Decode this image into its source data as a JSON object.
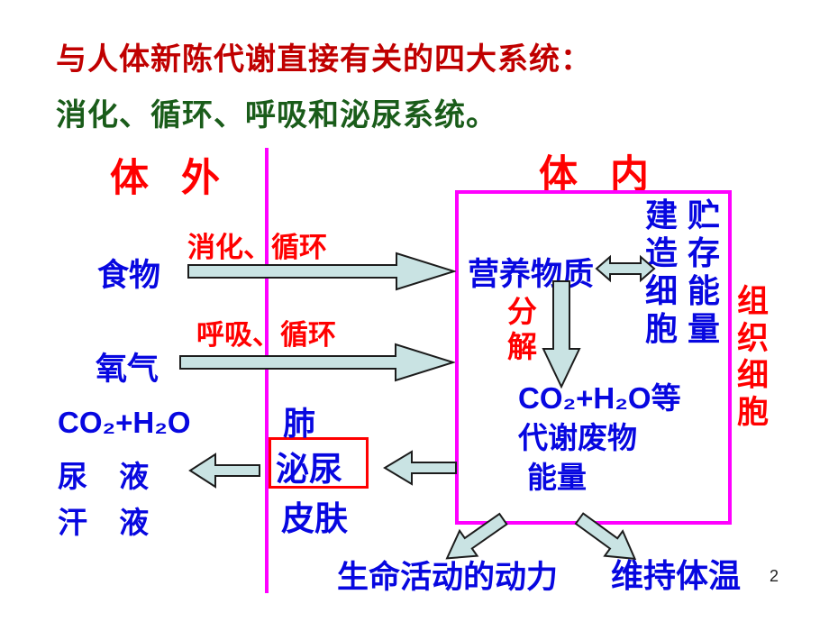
{
  "slide": {
    "page_number": "2"
  },
  "title": {
    "line1": "与人体新陈代谢直接有关的四大系统：",
    "line2": "消化、循环、呼吸和泌尿系统。"
  },
  "zones": {
    "outside_label": "体 外",
    "inside_label": "体 内"
  },
  "external": {
    "food_label": "食物",
    "oxygen_label": "氧气",
    "digestion_circulation_label": "消化、循环",
    "respiration_circulation_label": "呼吸、循环",
    "excreted_co2_h2o": "CO₂+H₂O",
    "excreted_urine": "尿 液",
    "excreted_sweat": "汗 液"
  },
  "excretion_organs": {
    "lung_label": "肺",
    "urinary_label": "泌尿",
    "skin_label": "皮肤"
  },
  "internal": {
    "nutrients_label": "营养物质",
    "build_cells_label": "建造细胞",
    "store_energy_label": "贮存能量",
    "decompose_label": "分解",
    "waste_line1": "CO₂+H₂O等",
    "waste_line2": "代谢废物",
    "waste_line3": "能量",
    "tissue_cells_label": "组织细胞"
  },
  "energy_outcomes": {
    "life_activity_label": "生命活动的动力",
    "body_temperature_label": "维持体温"
  },
  "icons": {
    "food_arrow": "right-arrow",
    "oxygen_arrow": "right-arrow",
    "exchange_arrow": "double-headed-arrow",
    "decompose_arrow": "down-arrow",
    "excrete_to_organs_arrow": "left-arrow",
    "excrete_to_outside_arrow": "left-arrow",
    "life_power_arrow": "down-left-arrow",
    "body_temp_arrow": "down-right-arrow"
  },
  "colors": {
    "title_red": "#c00000",
    "subtitle_green": "#1a5c1a",
    "accent_red": "#ff0000",
    "text_blue": "#0707e0",
    "boundary_magenta": "#ff00ff",
    "arrow_fill": "#c9e3e3",
    "background": "#ffffff"
  }
}
